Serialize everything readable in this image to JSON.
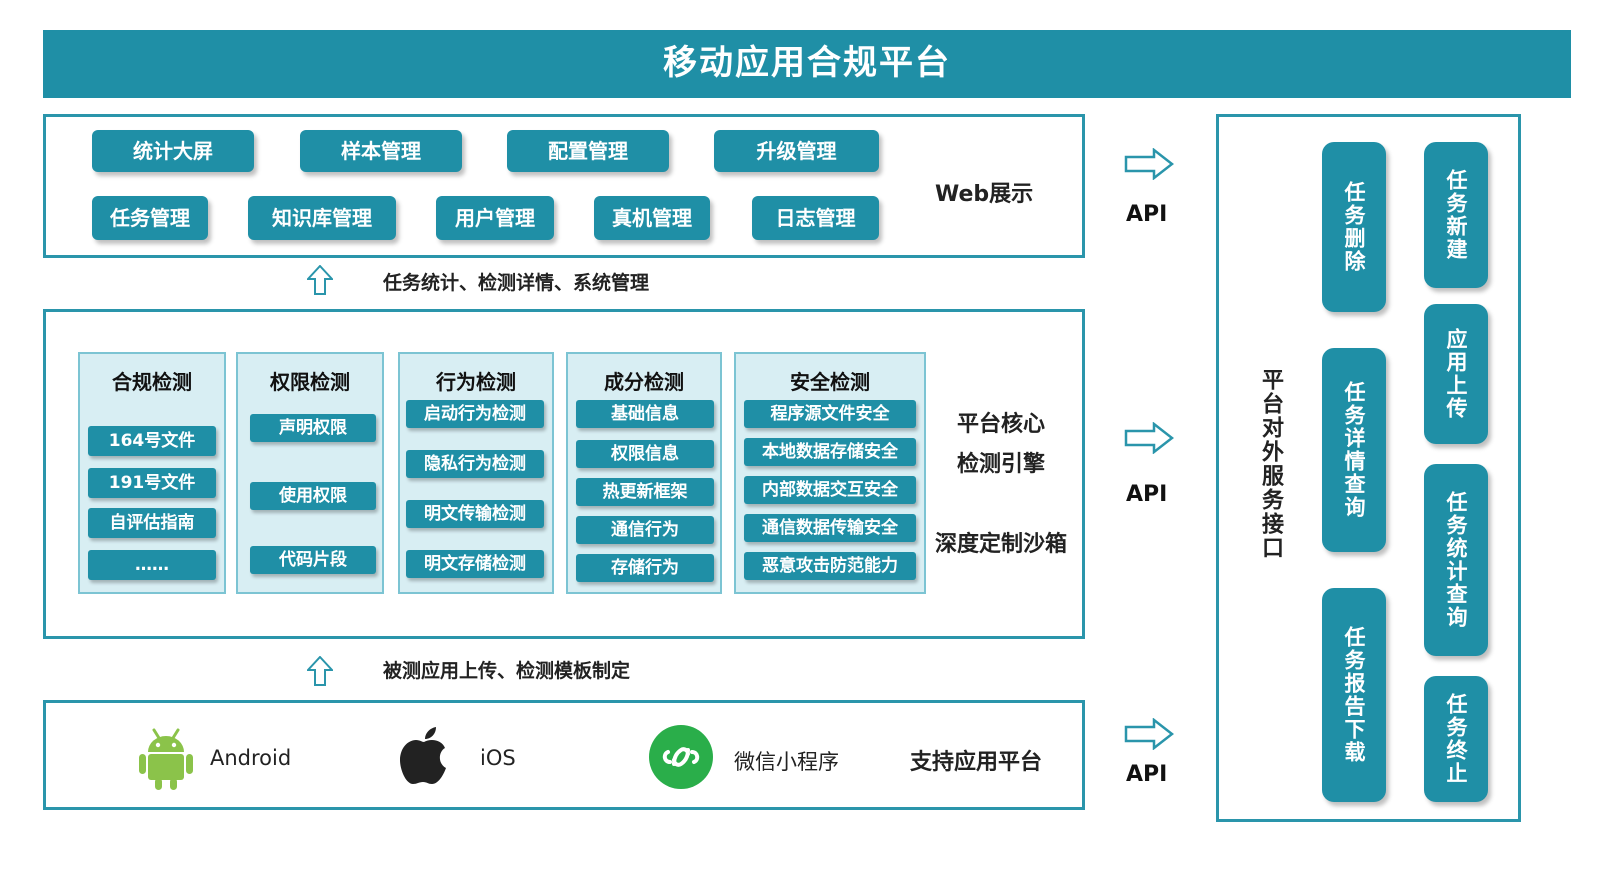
{
  "title": "移动应用合规平台",
  "web": {
    "row1": [
      "统计大屏",
      "样本管理",
      "配置管理",
      "升级管理"
    ],
    "row2": [
      "任务管理",
      "知识库管理",
      "用户管理",
      "真机管理",
      "日志管理"
    ],
    "label": "Web展示"
  },
  "flow1": "任务统计、检测详情、系统管理",
  "core": {
    "columns": [
      {
        "title": "合规检测",
        "items": [
          "164号文件",
          "191号文件",
          "自评估指南",
          "……"
        ]
      },
      {
        "title": "权限检测",
        "items": [
          "声明权限",
          "使用权限",
          "代码片段"
        ]
      },
      {
        "title": "行为检测",
        "items": [
          "启动行为检测",
          "隐私行为检测",
          "明文传输检测",
          "明文存储检测"
        ]
      },
      {
        "title": "成分检测",
        "items": [
          "基础信息",
          "权限信息",
          "热更新框架",
          "通信行为",
          "存储行为"
        ]
      },
      {
        "title": "安全检测",
        "items": [
          "程序源文件安全",
          "本地数据存储安全",
          "内部数据交互安全",
          "通信数据传输安全",
          "恶意攻击防范能力"
        ]
      }
    ],
    "label_line1": "平台核心",
    "label_line2": "检测引擎",
    "label_line3": "深度定制沙箱"
  },
  "flow2": "被测应用上传、检测模板制定",
  "platforms": {
    "android": "Android",
    "ios": "iOS",
    "wechat": "微信小程序",
    "label": "支持应用平台"
  },
  "api_label": "API",
  "external": {
    "title": "平台对外服务接口",
    "left": [
      "任务删除",
      "任务详情查询",
      "任务报告下载"
    ],
    "right": [
      "任务新建",
      "应用上传",
      "任务统计查询",
      "任务终止"
    ]
  },
  "colors": {
    "primary": "#1f8fa6",
    "column_bg": "#d8eef3",
    "android_green": "#8bc34a",
    "wechat_green": "#2aae4a"
  }
}
